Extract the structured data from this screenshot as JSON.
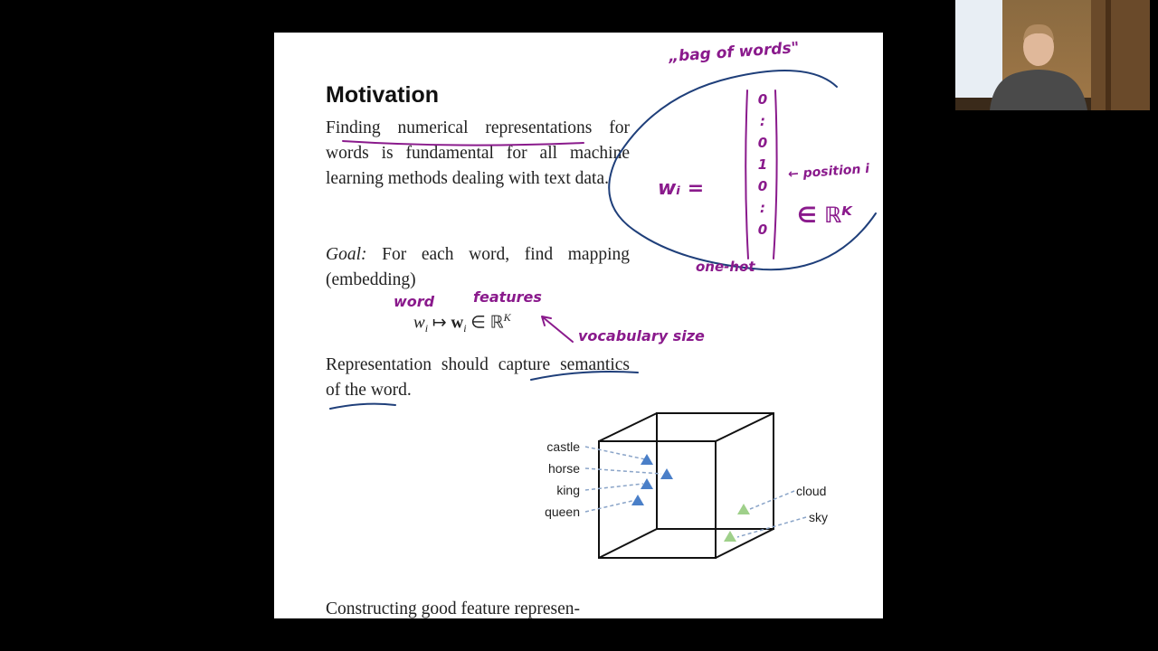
{
  "slide": {
    "title": "Motivation",
    "para1": "Finding numerical representations for words is fundamental for all machine learning methods dealing with text data.",
    "goal_label": "Goal:",
    "goal_text": "For each word, find mapping (embedding)",
    "formula": {
      "lhs": "w",
      "lhs_sub": "i",
      "arrow": "↦",
      "rhs": "w",
      "rhs_sub": "i",
      "in": "∈",
      "space": "ℝ",
      "sup": "K"
    },
    "para2": "Representation should capture semantics of the word.",
    "para3": "Constructing good feature represen-"
  },
  "cube_labels": {
    "left": [
      "castle",
      "horse",
      "king",
      "queen"
    ],
    "right": [
      "cloud",
      "sky"
    ]
  },
  "annotations": {
    "bag_of_words": "„bag of words\"",
    "wi_eq": "wᵢ =",
    "vector": [
      "0",
      ":",
      "0",
      "1",
      "0",
      ":",
      "0"
    ],
    "position": "← position i",
    "in_rk": "∈ ℝᴷ",
    "one_hot": "one-hot",
    "word": "word",
    "features": "features",
    "vocab_size": "vocabulary size"
  },
  "colors": {
    "ink_purple": "#8a1a8c",
    "ink_blue": "#1f3f7a",
    "triangle_blue": "#4a7fc8",
    "triangle_green": "#9fd08a"
  }
}
